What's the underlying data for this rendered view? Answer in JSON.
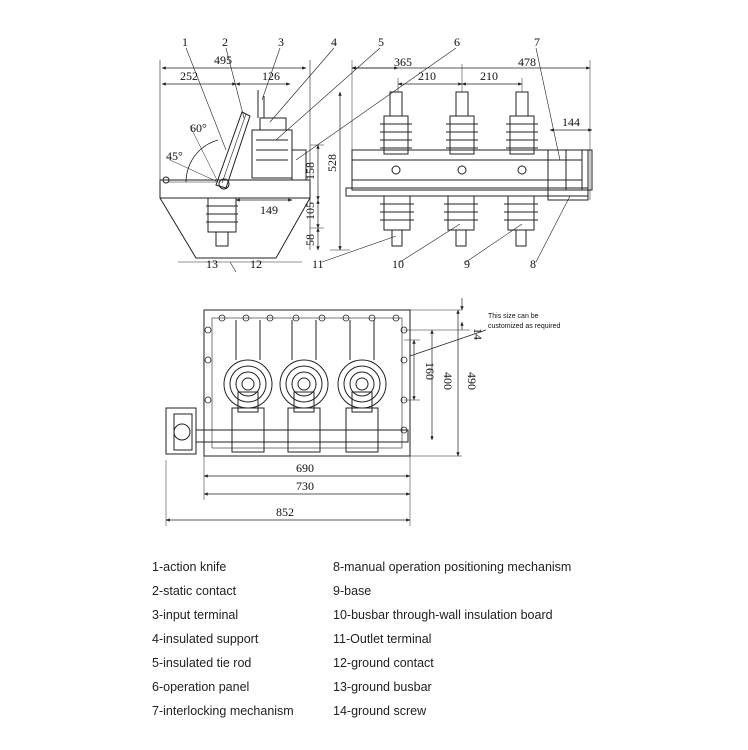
{
  "top_view": {
    "callouts": [
      "1",
      "2",
      "3",
      "4",
      "5",
      "6",
      "7",
      "8",
      "9",
      "10",
      "11",
      "12",
      "13"
    ],
    "dims": {
      "d495": "495",
      "d252": "252",
      "d126": "126",
      "d365": "365",
      "d210a": "210",
      "d210b": "210",
      "d478": "478",
      "d144": "144",
      "d528": "528",
      "d158": "158",
      "d149": "149",
      "d105": "105",
      "d58": "58",
      "a60": "60°",
      "a45": "45°"
    }
  },
  "bottom_view": {
    "dims": {
      "d690": "690",
      "d730": "730",
      "d852": "852",
      "d14": "14",
      "d160": "160",
      "d400": "400",
      "d490": "490"
    },
    "note_line1": "This size can be",
    "note_line2": "customized as required"
  },
  "legend": {
    "left": [
      "1-action knife",
      "2-static contact",
      "3-input terminal",
      "4-insulated support",
      "5-insulated tie rod",
      "6-operation panel",
      "7-interlocking mechanism"
    ],
    "right": [
      "8-manual operation positioning mechanism",
      "9-base",
      "10-busbar through-wall insulation board",
      "11-Outlet terminal",
      "12-ground contact",
      "13-ground busbar",
      "14-ground screw"
    ]
  }
}
